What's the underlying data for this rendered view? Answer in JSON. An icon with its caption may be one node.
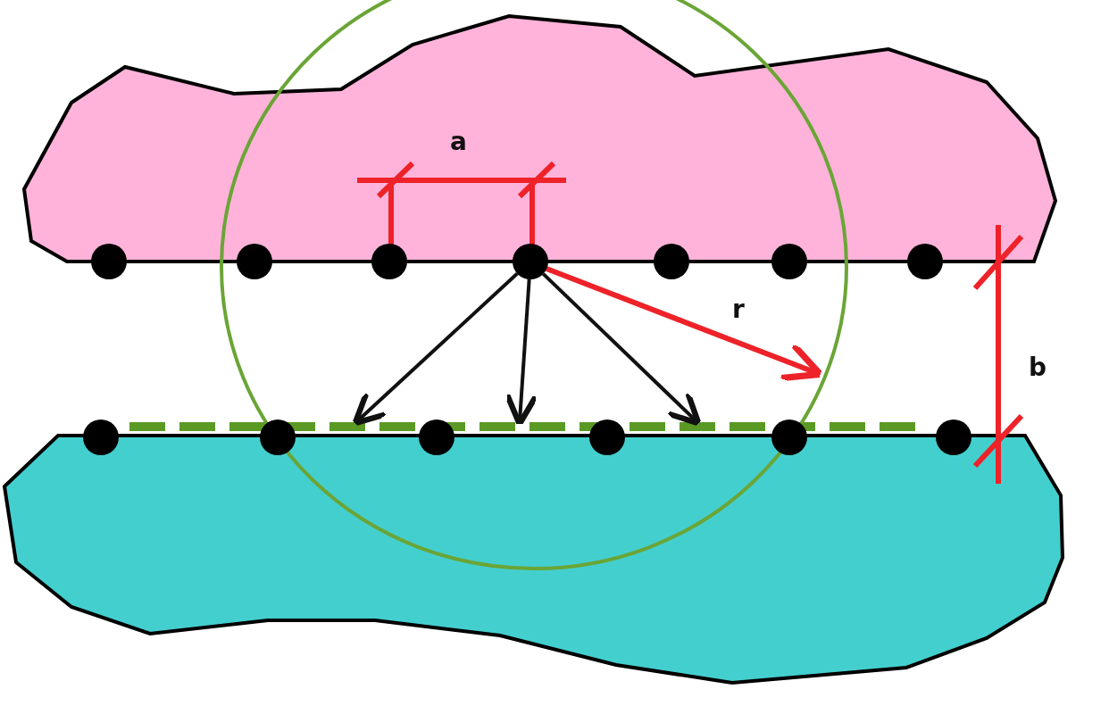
{
  "diagram": {
    "nodes": [
      {
        "text": [],
        "shape": "circle"
      },
      {
        "text": [],
        "shape": "circle"
      },
      {
        "text": [],
        "shape": "circle"
      },
      {
        "text": [],
        "shape": "circle"
      },
      {
        "text": [],
        "shape": "circle"
      },
      {
        "text": [],
        "shape": "circle"
      },
      {
        "text": [],
        "shape": "circle"
      },
      {
        "text": [],
        "shape": "circle"
      },
      {
        "text": [],
        "shape": "circle"
      },
      {
        "text": [],
        "shape": "circle"
      },
      {
        "text": [],
        "shape": "circle"
      },
      {
        "text": [],
        "shape": "circle"
      },
      {
        "text": [],
        "shape": "circle"
      }
    ],
    "edges": [
      {
        "from": 3,
        "to": null,
        "arrow": "to"
      },
      {
        "from": 3,
        "to": null,
        "arrow": "to"
      },
      {
        "from": 3,
        "to": null,
        "arrow": "to"
      }
    ],
    "labels": [
      "a",
      "r",
      "b"
    ]
  }
}
